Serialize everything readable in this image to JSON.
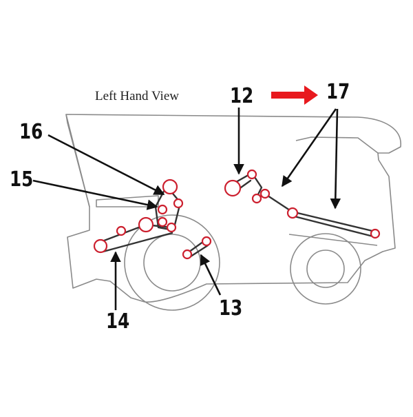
{
  "diagram": {
    "view_title": "Left Hand View",
    "direction_arrow_color": "#e8191e",
    "pulley_color": "#cc1f2e",
    "callouts": [
      {
        "id": "12",
        "label": "12"
      },
      {
        "id": "13",
        "label": "13"
      },
      {
        "id": "14",
        "label": "14"
      },
      {
        "id": "15",
        "label": "15"
      },
      {
        "id": "16",
        "label": "16"
      },
      {
        "id": "17",
        "label": "17"
      }
    ]
  }
}
